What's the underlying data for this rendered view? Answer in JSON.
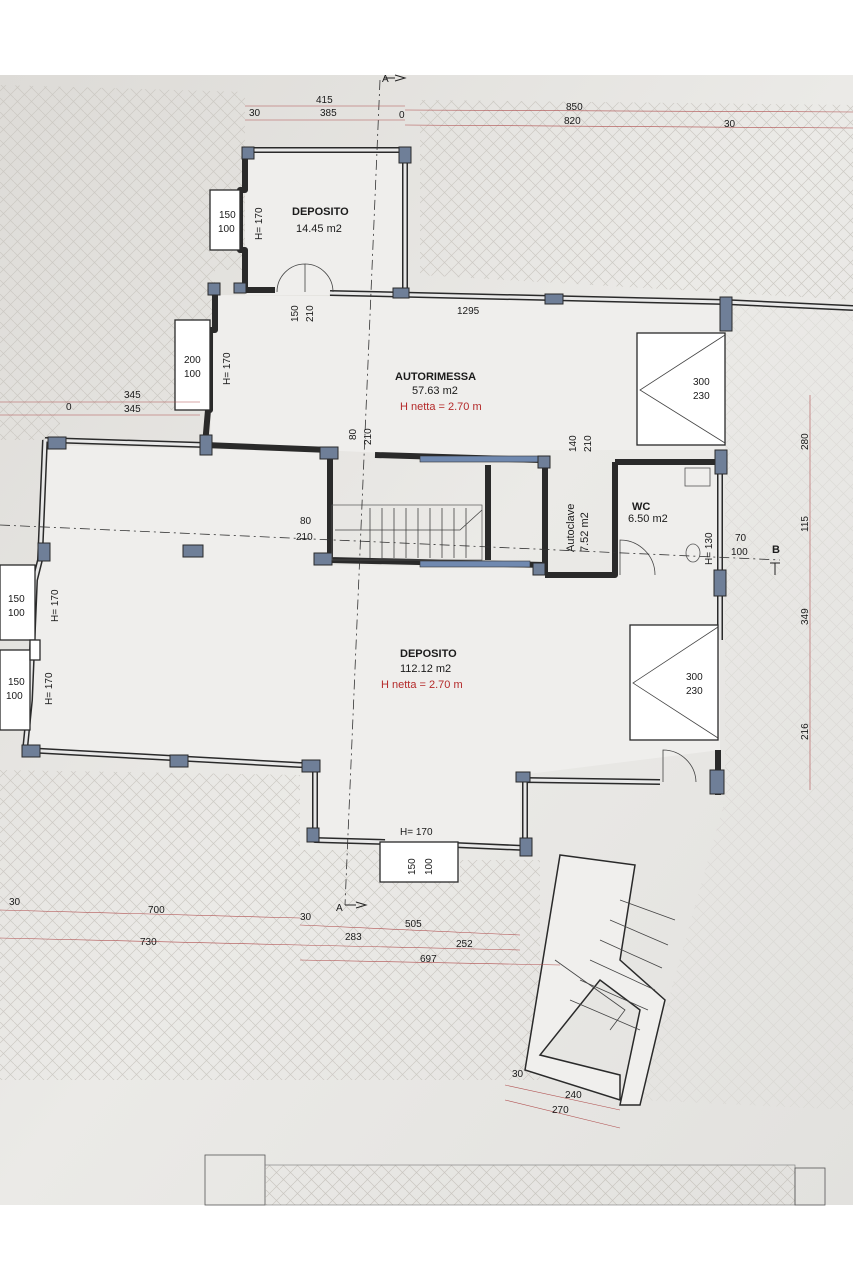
{
  "rooms": {
    "deposito_small": {
      "name": "DEPOSITO",
      "area": "14.45 m2"
    },
    "autorimessa": {
      "name": "AUTORIMESSA",
      "area": "57.63 m2",
      "height": "H netta = 2.70  m"
    },
    "wc": {
      "name": "WC",
      "area": "6.50 m2"
    },
    "autoclave": {
      "name": "Autoclave",
      "area": "7.52 m2"
    },
    "deposito_main": {
      "name": "DEPOSITO",
      "area": "112.12 m2",
      "height": "H netta = 2.70  m"
    }
  },
  "top_dims": {
    "d415": "415",
    "d385": "385",
    "d30a": "30",
    "d0": "0",
    "d850": "850",
    "d820": "820",
    "d30b": "30",
    "d1295": "1295"
  },
  "left_dims": {
    "d345a": "345",
    "d345b": "345",
    "d0": "0"
  },
  "right_dims": {
    "d280": "280",
    "d115": "115",
    "d349": "349",
    "d216": "216"
  },
  "bottom_dims": {
    "d30a": "30",
    "d700": "700",
    "d730": "730",
    "d30b": "30",
    "d505": "505",
    "d283": "283",
    "d252": "252",
    "d697": "697",
    "d30c": "30",
    "d240": "240",
    "d270": "270"
  },
  "windows": {
    "w1": {
      "w": "150",
      "h": "100",
      "hv": "H= 170"
    },
    "w2": {
      "w": "200",
      "h": "100",
      "hv": "H= 170"
    },
    "w3": {
      "w": "150",
      "h": "100",
      "hv": "H= 170"
    },
    "w4": {
      "w": "150",
      "h": "100",
      "hv": "H= 170"
    },
    "w5": {
      "w": "150",
      "h": "100",
      "hv": "H= 170"
    },
    "w6": {
      "w": "70",
      "h": "100",
      "hv": "H= 130"
    }
  },
  "doors": {
    "d1": {
      "w": "150",
      "h": "210"
    },
    "d2": {
      "w": "80",
      "h": "210"
    },
    "d3": {
      "w": "140",
      "h": "210"
    },
    "d4": {
      "w": "80",
      "h": "210"
    },
    "g1": {
      "w": "300",
      "h": "230"
    },
    "g2": {
      "w": "300",
      "h": "230"
    }
  },
  "sections": {
    "a_top": "A",
    "a_bottom": "A",
    "b": "B"
  }
}
